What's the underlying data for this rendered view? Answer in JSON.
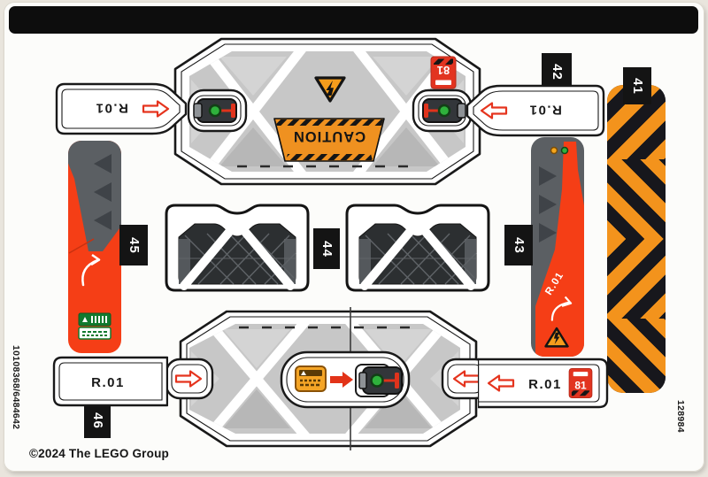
{
  "sheet": {
    "copyright": "©2024 The LEGO Group",
    "part_number": "10108368/6484642",
    "sheet_code": "128984"
  },
  "tags": {
    "t41": "41",
    "t42": "42",
    "t43": "43",
    "t44": "44",
    "t45": "45",
    "t46": "46"
  },
  "labels": {
    "vehicle_id": "R.01",
    "caution": "CAUTION",
    "badge": "81"
  },
  "colors": {
    "accent_red": "#f53e16",
    "arrow_red": "#e5341e",
    "hazard_orange": "#f3931c",
    "caution_orange": "#ef9120",
    "panel_gray": "#c7c7c7",
    "dark_gray": "#5b5f63",
    "grille_dark": "#2c2f31",
    "led_green": "#2fb13c",
    "led_amber": "#f5a61c",
    "tag_black": "#141414"
  }
}
